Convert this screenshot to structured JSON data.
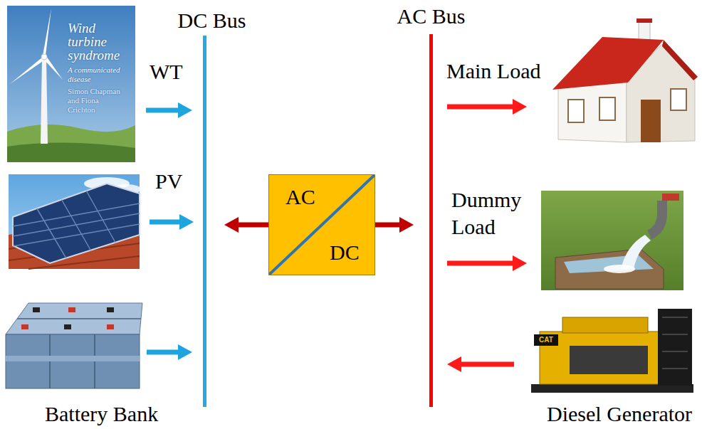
{
  "diagram": {
    "nodes": [
      {
        "text": [
          "DC Bus"
        ]
      },
      {
        "text": [
          "AC Bus"
        ]
      },
      {
        "text": [
          "WT"
        ]
      },
      {
        "text": [
          "PV"
        ]
      },
      {
        "text": [
          "Battery Bank"
        ]
      },
      {
        "text": [
          "AC",
          "DC"
        ]
      },
      {
        "text": [
          "Main Load"
        ]
      },
      {
        "text": [
          "Dummy Load"
        ]
      },
      {
        "text": [
          "Diesel Generator"
        ]
      }
    ],
    "edges": [
      {
        "from": 2,
        "to": 0,
        "arrow": "to"
      },
      {
        "from": 3,
        "to": 0,
        "arrow": "to"
      },
      {
        "from": 4,
        "to": 0,
        "arrow": "to"
      },
      {
        "from": 5,
        "to": 0,
        "arrow": "to"
      },
      {
        "from": 5,
        "to": 1,
        "arrow": "to"
      },
      {
        "from": 1,
        "to": 6,
        "arrow": "to"
      },
      {
        "from": 1,
        "to": 7,
        "arrow": "to"
      },
      {
        "from": 8,
        "to": 1,
        "arrow": "to"
      }
    ],
    "labels": [
      "Wind turbine syndrome",
      "A communicated disease",
      "Simon Chapman and Fiona Crichton",
      "CAT"
    ]
  }
}
